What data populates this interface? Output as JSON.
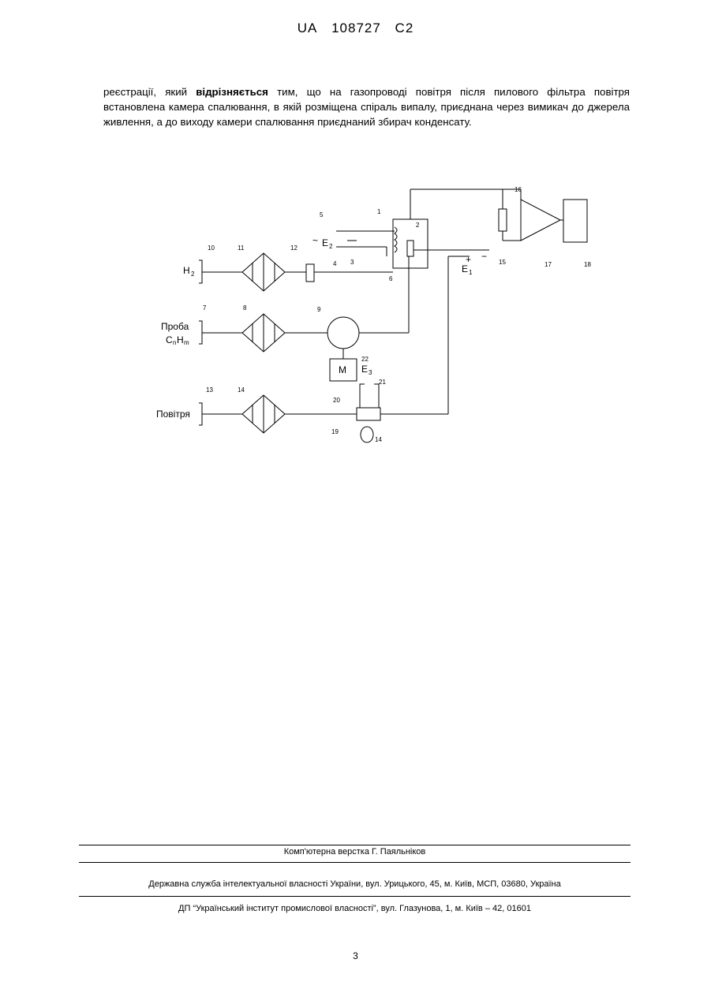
{
  "header": {
    "country": "UA",
    "number": "108727",
    "kind": "C2"
  },
  "paragraph": {
    "before": "реєстрації, який ",
    "bold": "відрізняється",
    "after": " тим, що на газопроводі повітря після пилового фільтра повітря встановлена камера спалювання, в якій розміщена спіраль випалу, приєднана через вимикач до джерела живлення, а до виходу камери спалювання приєднаний збирач конденсату."
  },
  "diagram": {
    "inputs": {
      "h2": "H",
      "h2_sub": "2",
      "probe": "Проба",
      "probe_formula_c": "C",
      "probe_formula_n": "n",
      "probe_formula_h": "H",
      "probe_formula_m": "m",
      "air": "Повітря"
    },
    "sources": {
      "e1": "E",
      "e1_sub": "1",
      "e2": "E",
      "e2_sub": "2",
      "e3": "E",
      "e3_sub": "3",
      "plus": "+",
      "minus": "−",
      "ac": "~"
    },
    "motor": "M",
    "refs": [
      "1",
      "2",
      "3",
      "4",
      "5",
      "6",
      "7",
      "8",
      "9",
      "10",
      "11",
      "12",
      "13",
      "14",
      "14",
      "15",
      "16",
      "17",
      "18",
      "19",
      "20",
      "21",
      "22"
    ]
  },
  "footer": {
    "typesetting": "Комп'ютерна верстка Г. Паяльніков",
    "service": "Державна служба інтелектуальної власності України, вул. Урицького, 45, м. Київ, МСП, 03680, Україна",
    "institute": "ДП “Український інститут промислової власності”, вул. Глазунова, 1, м. Київ – 42, 01601"
  },
  "page_number": "3"
}
